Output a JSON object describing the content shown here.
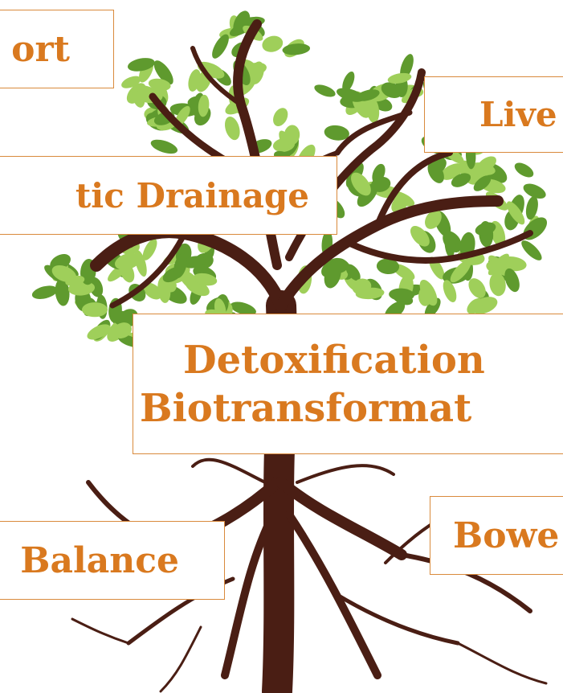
{
  "labels": {
    "support": "ort",
    "liver": "Live",
    "lymphatic_drainage": "tic Drainage",
    "detox_line1": "Detoxification",
    "detox_line2": "Biotransformat",
    "balance": "Balance",
    "bowel": "Bowe"
  },
  "colors": {
    "label_text": "#d9791f",
    "label_border": "#d98a3c",
    "trunk": "#4a1e14",
    "leaf_dark": "#5f9a2e",
    "leaf_light": "#9fcf5a"
  }
}
